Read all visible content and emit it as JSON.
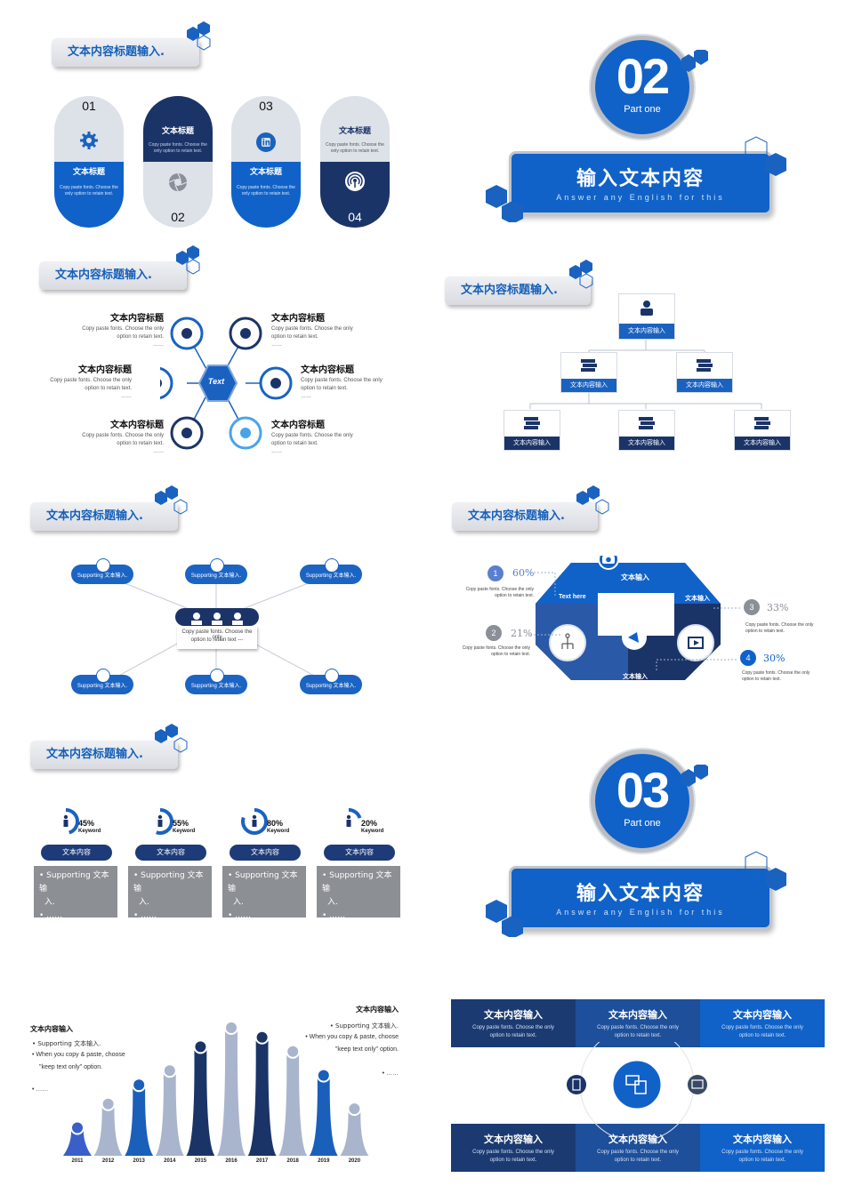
{
  "common": {
    "tab_title": "文本内容标题输入.",
    "desc_short": "Copy paste fonts. Choose the only option to retain text.",
    "desc_line1": "Copy paste fonts. Choose the only",
    "desc_line2": "option to retain text.",
    "dots": "……",
    "input_label": "文本内容输入",
    "supporting": "Supporting 文本输入."
  },
  "panel1": {
    "pills": [
      {
        "num": "01",
        "label": "文本标题",
        "icon": "gear-icon"
      },
      {
        "num": "02",
        "label": "文本标题",
        "icon": "aperture-icon"
      },
      {
        "num": "03",
        "label": "文本标题",
        "icon": "linkedin-icon"
      },
      {
        "num": "04",
        "label": "文本标题",
        "icon": "broadcast-icon"
      }
    ]
  },
  "section02": {
    "num": "02",
    "sub": "Part one",
    "title": "输入文本内容",
    "en": "Answer any English for this"
  },
  "section03": {
    "num": "03",
    "sub": "Part one",
    "title": "输入文本内容",
    "en": "Answer any English for this"
  },
  "hub": {
    "center": "Text",
    "item_title": "文本内容标题"
  },
  "diagram": {
    "center_label": "文本输入",
    "left_label": "Text here",
    "right_label": "文本输入",
    "bottom_label": "文本输入",
    "stats": [
      {
        "n": "1",
        "pct": "60%"
      },
      {
        "n": "2",
        "pct": "21%"
      },
      {
        "n": "3",
        "pct": "33%"
      },
      {
        "n": "4",
        "pct": "30%"
      }
    ]
  },
  "network": {
    "center_desc1": "Copy paste fonts. Choose the only",
    "center_desc2": "option to retain text ---"
  },
  "keywords": {
    "items": [
      {
        "pct": "45%",
        "kw": "Keyword",
        "label": "文本内容",
        "fill": 0.45
      },
      {
        "pct": "55%",
        "kw": "Keyword",
        "label": "文本内容",
        "fill": 0.55
      },
      {
        "pct": "80%",
        "kw": "Keyword",
        "label": "文本内容",
        "fill": 0.8
      },
      {
        "pct": "20%",
        "kw": "Keyword",
        "label": "文本内容",
        "fill": 0.2
      }
    ],
    "box_line1": "• Supporting 文本输",
    "box_line2": "入.",
    "box_line3": "• ……"
  },
  "bars": {
    "left_title": "文本内容输入",
    "left_b1": "• Supporting 文本输入.",
    "left_b2": "• When you copy & paste, choose",
    "left_b3": "\"keep text only\" option.",
    "left_b4": "• ……",
    "right_title": "文本内容输入",
    "right_b1": "• Supporting 文本输入.",
    "right_b2": "• When you copy & paste, choose",
    "right_b3": "\"keep text only\" option.",
    "right_b4": "• ……"
  },
  "chart_data": {
    "type": "bar",
    "categories": [
      "2011",
      "2012",
      "2013",
      "2014",
      "2015",
      "2016",
      "2017",
      "2018",
      "2019",
      "2020"
    ],
    "values": [
      35,
      60,
      80,
      95,
      120,
      140,
      130,
      115,
      90,
      55
    ],
    "colors": [
      "#3a5fc8",
      "#a9b5cc",
      "#1a5fba",
      "#a9b5cc",
      "#1b3468",
      "#a9b5cc",
      "#1b3468",
      "#a9b5cc",
      "#1a5fba",
      "#a9b5cc"
    ],
    "title": "",
    "xlabel": "",
    "ylabel": ""
  },
  "grid": {
    "title": "文本内容输入",
    "colors": [
      "#1b3a72",
      "#1d4f9a",
      "#1062c8"
    ]
  }
}
